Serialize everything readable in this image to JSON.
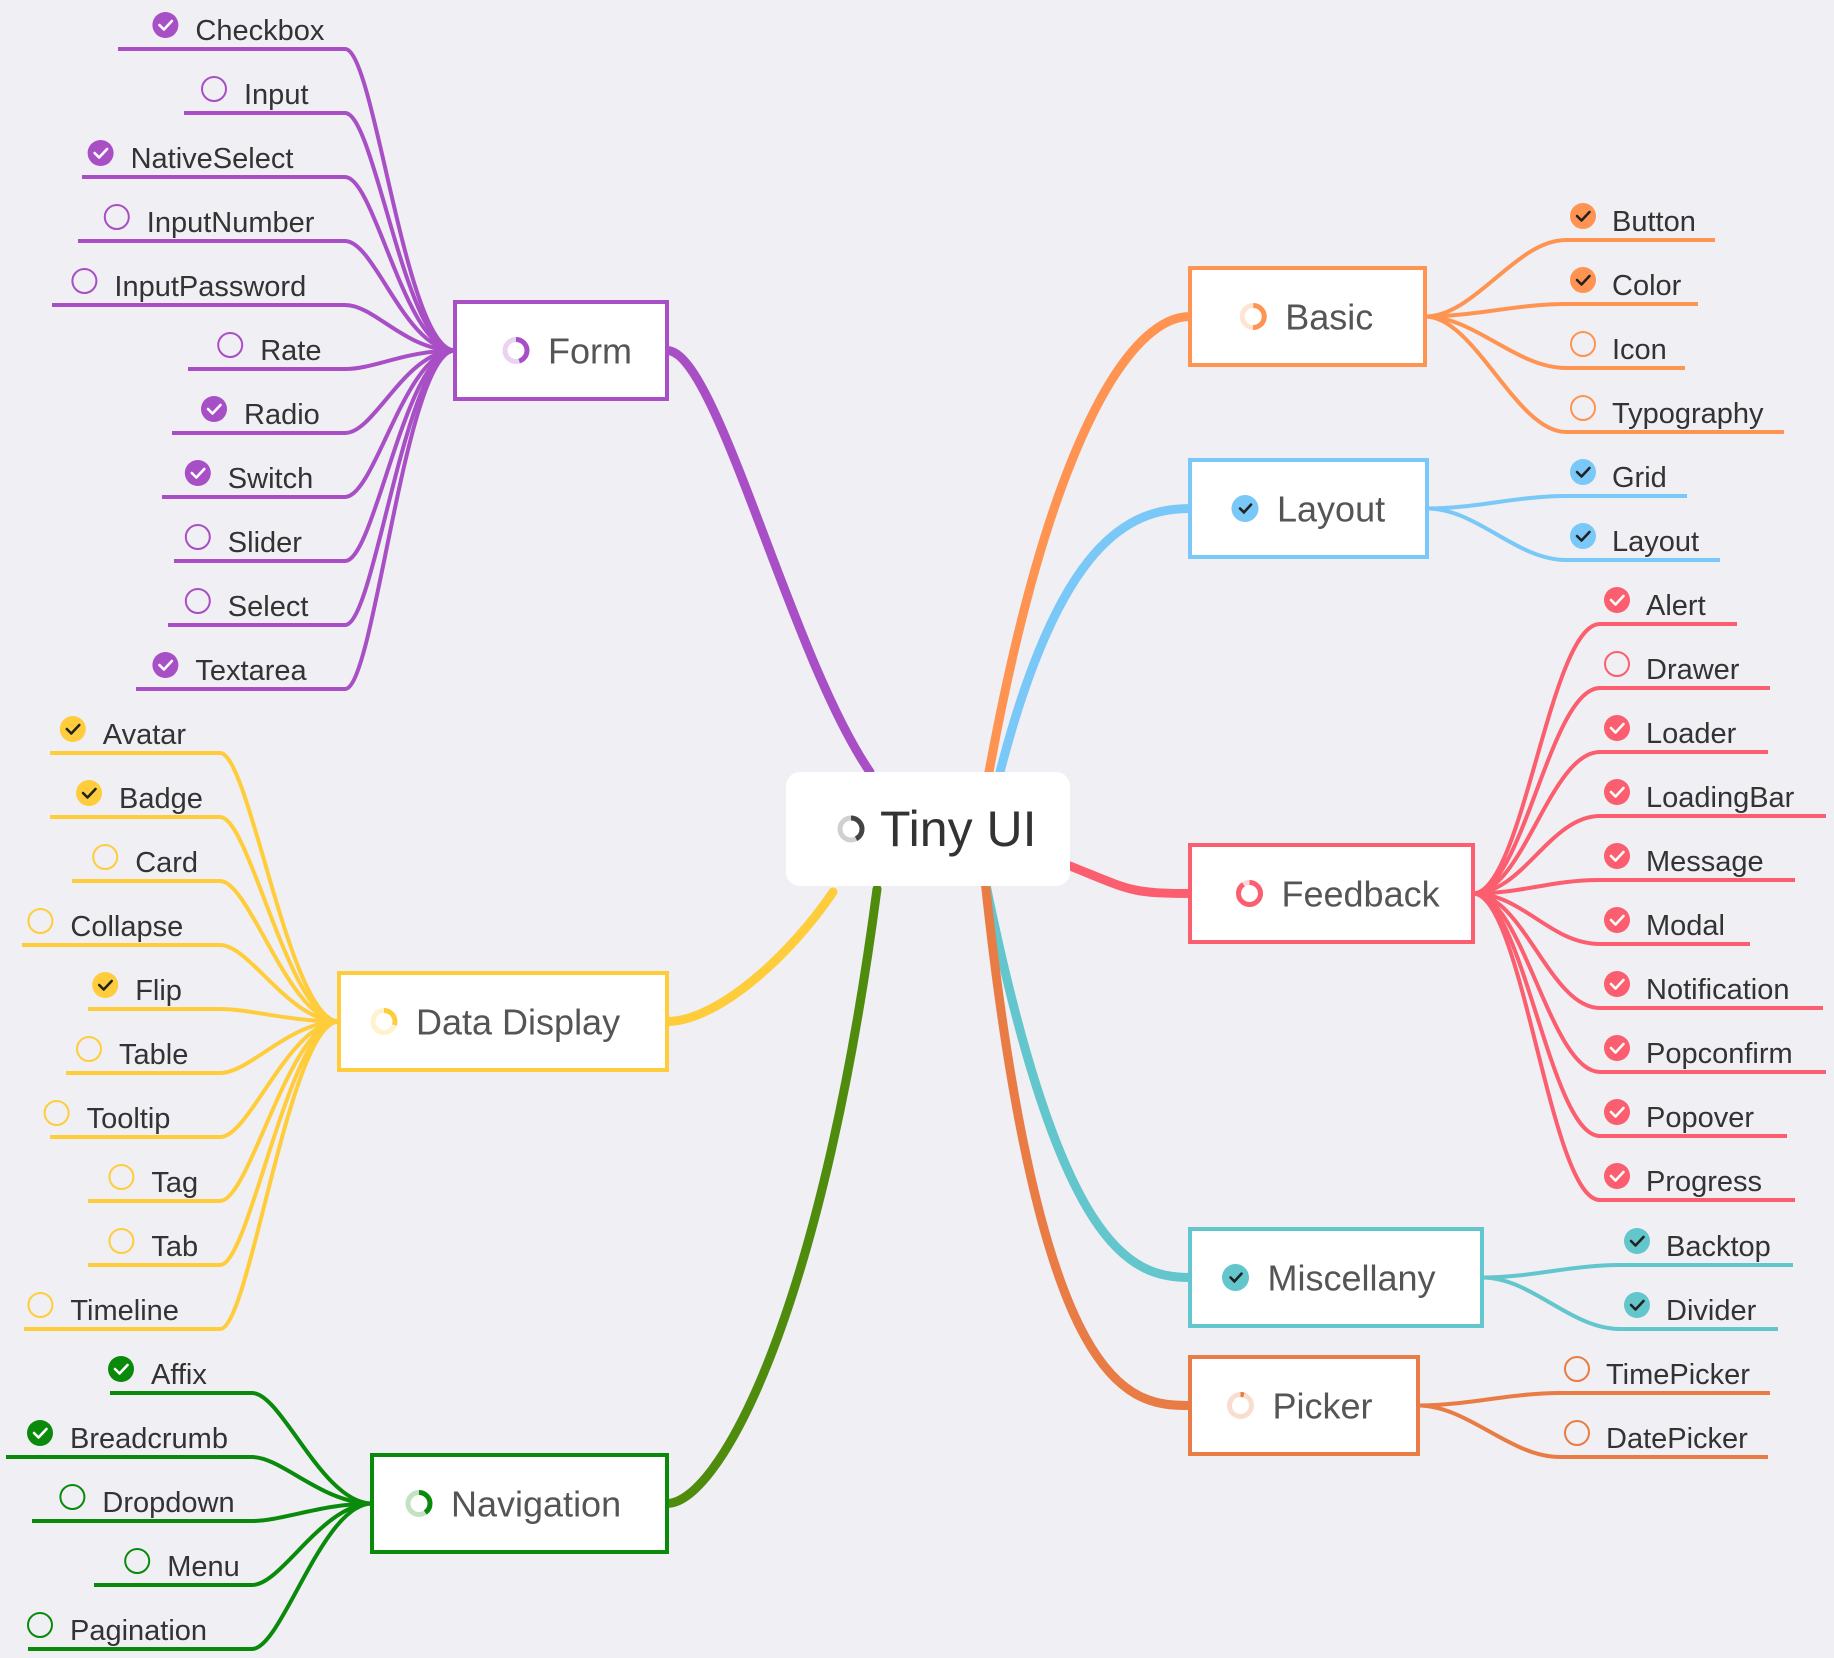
{
  "root": {
    "title": "Tiny UI",
    "progress": 0.42,
    "color": "#444444"
  },
  "categories": [
    {
      "name": "Form",
      "color": "#a84fc6",
      "progress": 0.45,
      "side": "left",
      "items": [
        {
          "label": "Checkbox",
          "done": true
        },
        {
          "label": "Input",
          "done": false
        },
        {
          "label": "NativeSelect",
          "done": true
        },
        {
          "label": "InputNumber",
          "done": false
        },
        {
          "label": "InputPassword",
          "done": false
        },
        {
          "label": "Rate",
          "done": false
        },
        {
          "label": "Radio",
          "done": true
        },
        {
          "label": "Switch",
          "done": true
        },
        {
          "label": "Slider",
          "done": false
        },
        {
          "label": "Select",
          "done": false
        },
        {
          "label": "Textarea",
          "done": true
        }
      ]
    },
    {
      "name": "Data Display",
      "color": "#ffcd3c",
      "progress": 0.3,
      "side": "left",
      "items": [
        {
          "label": "Avatar",
          "done": true
        },
        {
          "label": "Badge",
          "done": true
        },
        {
          "label": "Card",
          "done": false
        },
        {
          "label": "Collapse",
          "done": false
        },
        {
          "label": "Flip",
          "done": true
        },
        {
          "label": "Table",
          "done": false
        },
        {
          "label": "Tooltip",
          "done": false
        },
        {
          "label": "Tag",
          "done": false
        },
        {
          "label": "Tab",
          "done": false
        },
        {
          "label": "Timeline",
          "done": false
        }
      ]
    },
    {
      "name": "Navigation",
      "color": "#0a8a0a",
      "progress": 0.4,
      "side": "left",
      "items": [
        {
          "label": "Affix",
          "done": true
        },
        {
          "label": "Breadcrumb",
          "done": true
        },
        {
          "label": "Dropdown",
          "done": false
        },
        {
          "label": "Menu",
          "done": false
        },
        {
          "label": "Pagination",
          "done": false
        }
      ]
    },
    {
      "name": "Basic",
      "color": "#ff9452",
      "progress": 0.5,
      "side": "right",
      "items": [
        {
          "label": "Button",
          "done": true
        },
        {
          "label": "Color",
          "done": true
        },
        {
          "label": "Icon",
          "done": false
        },
        {
          "label": "Typography",
          "done": false
        }
      ]
    },
    {
      "name": "Layout",
      "color": "#79c8f7",
      "progress": 1,
      "side": "right",
      "items": [
        {
          "label": "Grid",
          "done": true
        },
        {
          "label": "Layout",
          "done": true
        }
      ]
    },
    {
      "name": "Feedback",
      "color": "#fb5e6e",
      "progress": 0.9,
      "side": "right",
      "items": [
        {
          "label": "Alert",
          "done": true
        },
        {
          "label": "Drawer",
          "done": false
        },
        {
          "label": "Loader",
          "done": true
        },
        {
          "label": "LoadingBar",
          "done": true
        },
        {
          "label": "Message",
          "done": true
        },
        {
          "label": "Modal",
          "done": true
        },
        {
          "label": "Notification",
          "done": true
        },
        {
          "label": "Popconfirm",
          "done": true
        },
        {
          "label": "Popover",
          "done": true
        },
        {
          "label": "Progress",
          "done": true
        }
      ]
    },
    {
      "name": "Miscellany",
      "color": "#62c6cc",
      "progress": 1,
      "side": "right",
      "items": [
        {
          "label": "Backtop",
          "done": true
        },
        {
          "label": "Divider",
          "done": true
        }
      ]
    },
    {
      "name": "Picker",
      "color": "#e97b44",
      "progress": 0.05,
      "side": "right",
      "items": [
        {
          "label": "TimePicker",
          "done": false
        },
        {
          "label": "DatePicker",
          "done": false
        }
      ]
    }
  ],
  "branch_colors": {
    "Data Display": "#ffcd3c",
    "Navigation": "#4f8c0e"
  }
}
